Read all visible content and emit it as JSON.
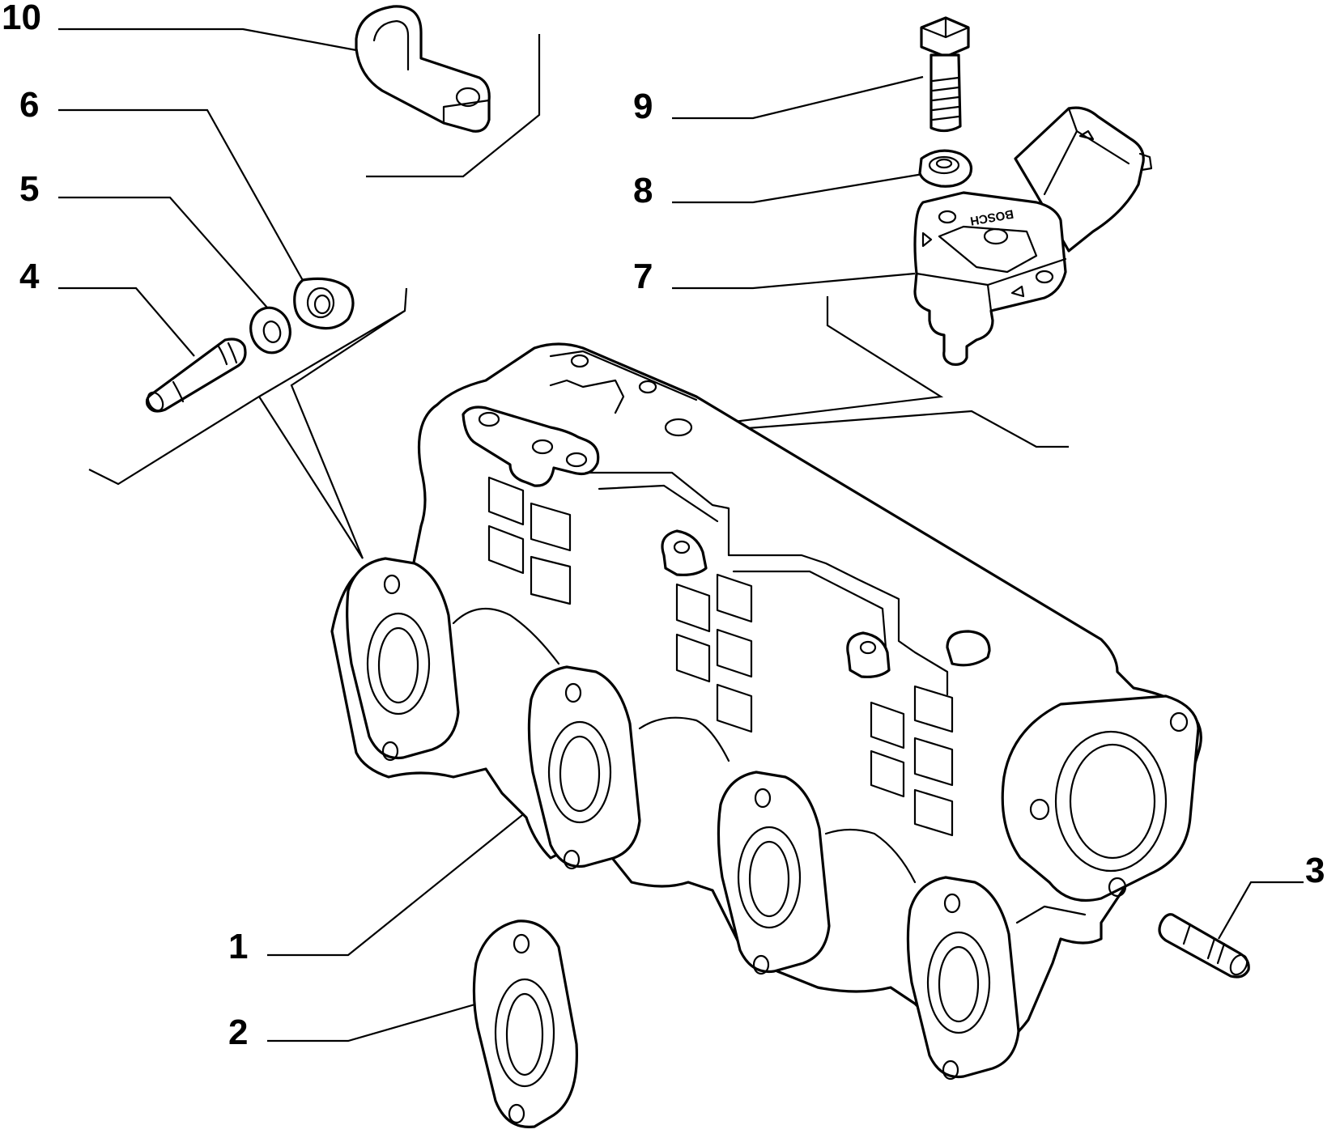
{
  "callouts": [
    {
      "id": "10",
      "label": "10"
    },
    {
      "id": "6",
      "label": "6"
    },
    {
      "id": "5",
      "label": "5"
    },
    {
      "id": "4",
      "label": "4"
    },
    {
      "id": "9",
      "label": "9"
    },
    {
      "id": "8",
      "label": "8"
    },
    {
      "id": "7",
      "label": "7"
    },
    {
      "id": "1",
      "label": "1"
    },
    {
      "id": "2",
      "label": "2"
    },
    {
      "id": "3",
      "label": "3"
    }
  ],
  "sensor": {
    "brand_text": "BOSCH"
  },
  "colors": {
    "ink": "#000000",
    "background": "#ffffff"
  }
}
